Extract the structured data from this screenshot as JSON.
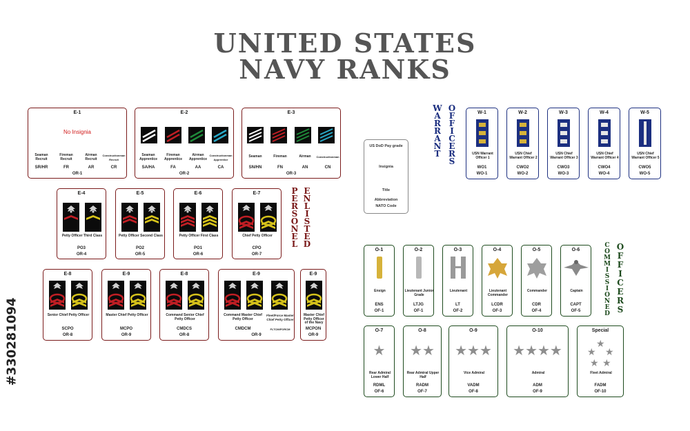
{
  "title": {
    "line1": "UNITED STATES",
    "line2": "NAVY RANKS"
  },
  "stock_id": "#330281094",
  "legend": {
    "line1": "US DoD Pay grade",
    "line2": "Insignia",
    "line3": "Title",
    "line4": "Abbreviation",
    "line5": "NATO Code"
  },
  "enlisted_heading": {
    "word1": "PERSONEL",
    "word2": "ENLISTED"
  },
  "warrant_heading": {
    "word1": "WARRANT",
    "word2": "OFFICERS"
  },
  "commissioned_heading": {
    "word1": "COMMISSIONED",
    "word2": "OFFICERS"
  },
  "colors": {
    "enlisted": "#7a1a1a",
    "warrant": "#1c2f80",
    "officer": "#1d4a1d",
    "stripe_red": "#c01e24",
    "stripe_green": "#1f8a3a",
    "stripe_blue": "#29a9c8",
    "gold": "#d6b23a"
  },
  "enlisted_low": [
    {
      "grade": "E-1",
      "no_insignia": "No Insignia",
      "nato": "OR-1",
      "cols": [
        {
          "title": "Seaman Recruit",
          "abbr": "SR/HR"
        },
        {
          "title": "Fireman Recruit",
          "abbr": "FR"
        },
        {
          "title": "Airman Recruit",
          "abbr": "AR"
        },
        {
          "title": "Constructionman Recruit",
          "abbr": "CR"
        }
      ]
    },
    {
      "grade": "E-2",
      "nato": "OR-2",
      "cols": [
        {
          "title": "Seaman Apprentice",
          "abbr": "SA/HA"
        },
        {
          "title": "Fireman Apprentice",
          "abbr": "FA"
        },
        {
          "title": "Airman Apprentice",
          "abbr": "AA"
        },
        {
          "title": "Constructionman Apprentice",
          "abbr": "CA"
        }
      ]
    },
    {
      "grade": "E-3",
      "nato": "OR-3",
      "cols": [
        {
          "title": "Seaman",
          "abbr": "SN/HN"
        },
        {
          "title": "Fireman",
          "abbr": "FN"
        },
        {
          "title": "Airman",
          "abbr": "AN"
        },
        {
          "title": "Constructionman",
          "abbr": "CN"
        }
      ]
    }
  ],
  "enlisted_mid": [
    {
      "grade": "E-4",
      "title": "Petty Officer Third Class",
      "abbr": "PO3",
      "nato": "OR-4"
    },
    {
      "grade": "E-5",
      "title": "Petty Officer Second Class",
      "abbr": "PO2",
      "nato": "OR-5"
    },
    {
      "grade": "E-6",
      "title": "Petty Officer First Class",
      "abbr": "PO1",
      "nato": "OR-6"
    },
    {
      "grade": "E-7",
      "title": "Chief Petty Officer",
      "abbr": "CPO",
      "nato": "OR-7"
    }
  ],
  "enlisted_high": [
    {
      "grade": "E-8",
      "title": "Senior Chief Petty Officer",
      "abbr": "SCPO",
      "nato": "OR-8"
    },
    {
      "grade": "E-9",
      "title": "Master Chief Petty Officer",
      "abbr": "MCPO",
      "nato": "OR-9"
    },
    {
      "grade": "E-8",
      "title": "Command Senior Chief Petty Officer",
      "abbr": "CMDCS",
      "nato": "OR-8"
    },
    {
      "grade": "E-9",
      "title": "Command Master Chief Petty Officer",
      "title2": "Fleet/Force Master Chief Petty Officer",
      "abbr": "CMDCM",
      "abbr2": "FLTCM/FORCM",
      "nato": "OR-9"
    },
    {
      "grade": "E-9",
      "title": "Master Chief Petty Officer of the Navy",
      "abbr": "MCPON",
      "nato": "OR-9"
    }
  ],
  "warrant": [
    {
      "grade": "W-1",
      "title": "USN Warrant Officer 1",
      "abbr": "WO1",
      "nato": "WO-1"
    },
    {
      "grade": "W-2",
      "title": "USN Chief Warrant Officer 2",
      "abbr": "CWO2",
      "nato": "WO-2"
    },
    {
      "grade": "W-3",
      "title": "USN Chief Warrant Officer 3",
      "abbr": "CWO3",
      "nato": "WO-3"
    },
    {
      "grade": "W-4",
      "title": "USN Chief Warrant Officer 4",
      "abbr": "CWO4",
      "nato": "WO-4"
    },
    {
      "grade": "W-5",
      "title": "USN Chief Warrant Officer 5",
      "abbr": "CWO5",
      "nato": "WO-5"
    }
  ],
  "officers_row1": [
    {
      "grade": "O-1",
      "title": "Ensign",
      "abbr": "ENS",
      "nato": "OF-1"
    },
    {
      "grade": "O-2",
      "title": "Lieutenant Junior Grade",
      "abbr": "LTJG",
      "nato": "OF-1"
    },
    {
      "grade": "O-3",
      "title": "Lieutenant",
      "abbr": "LT",
      "nato": "OF-2"
    },
    {
      "grade": "O-4",
      "title": "Lieutenant Commander",
      "abbr": "LCDR",
      "nato": "OF-3"
    },
    {
      "grade": "O-5",
      "title": "Commander",
      "abbr": "CDR",
      "nato": "OF-4"
    },
    {
      "grade": "O-6",
      "title": "Captain",
      "abbr": "CAPT",
      "nato": "OF-5"
    }
  ],
  "officers_row2": [
    {
      "grade": "O-7",
      "title": "Rear Admiral Lower Half",
      "abbr": "RDML",
      "nato": "OF-6"
    },
    {
      "grade": "O-8",
      "title": "Rear Admiral Upper Half",
      "abbr": "RADM",
      "nato": "OF-7"
    },
    {
      "grade": "O-9",
      "title": "Vice Admiral",
      "abbr": "VADM",
      "nato": "OF-8"
    },
    {
      "grade": "O-10",
      "title": "Admiral",
      "abbr": "ADM",
      "nato": "OF-9"
    },
    {
      "grade": "Special",
      "title": "Fleet Admiral",
      "abbr": "FADM",
      "nato": "OF-10"
    }
  ]
}
